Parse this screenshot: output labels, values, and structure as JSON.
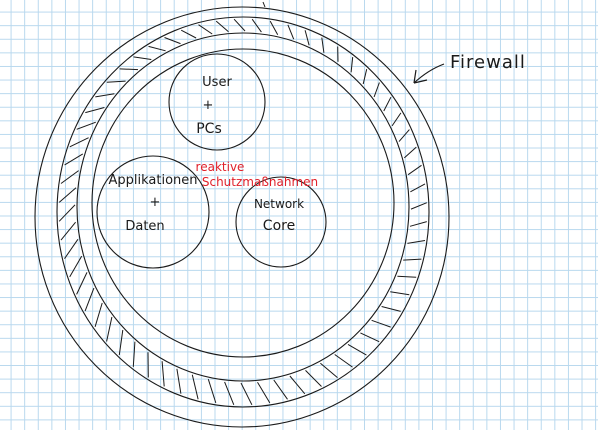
{
  "labels": {
    "firewall": "Firewall",
    "users": [
      "User",
      "+",
      "PCs"
    ],
    "applications": [
      "Applikationen",
      "+",
      "Daten"
    ],
    "network": [
      "Network",
      "Core"
    ],
    "reactive": [
      "reaktive",
      "Schutzmaßnahmen"
    ]
  },
  "colors": {
    "ink": "#1a1a1a",
    "red_ink": "#e0202a",
    "grid": "#b8d8ee"
  }
}
